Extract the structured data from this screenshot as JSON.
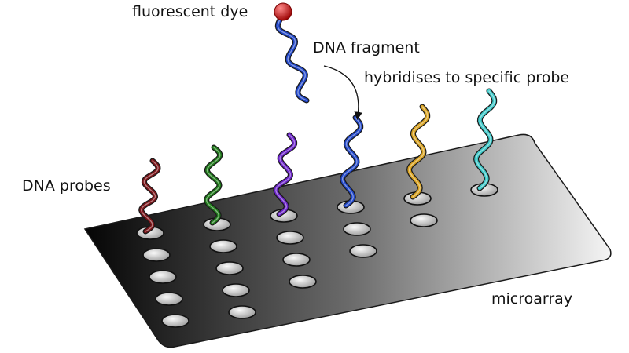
{
  "labels": {
    "fluorescent_dye": "fluorescent dye",
    "dna_fragment": "DNA fragment",
    "hybridises": "hybridises to specific probe",
    "dna_probes": "DNA probes",
    "microarray": "microarray"
  },
  "colors": {
    "probe_colors": [
      "#7a1418",
      "#1f7a1a",
      "#6a22c8",
      "#1f45c8",
      "#d9a220",
      "#3cc8c8"
    ],
    "fragment": "#1f45c8",
    "dye": "#d41414",
    "spot": "#d8d8d8"
  },
  "array": {
    "rows": 5,
    "columns": 6
  }
}
